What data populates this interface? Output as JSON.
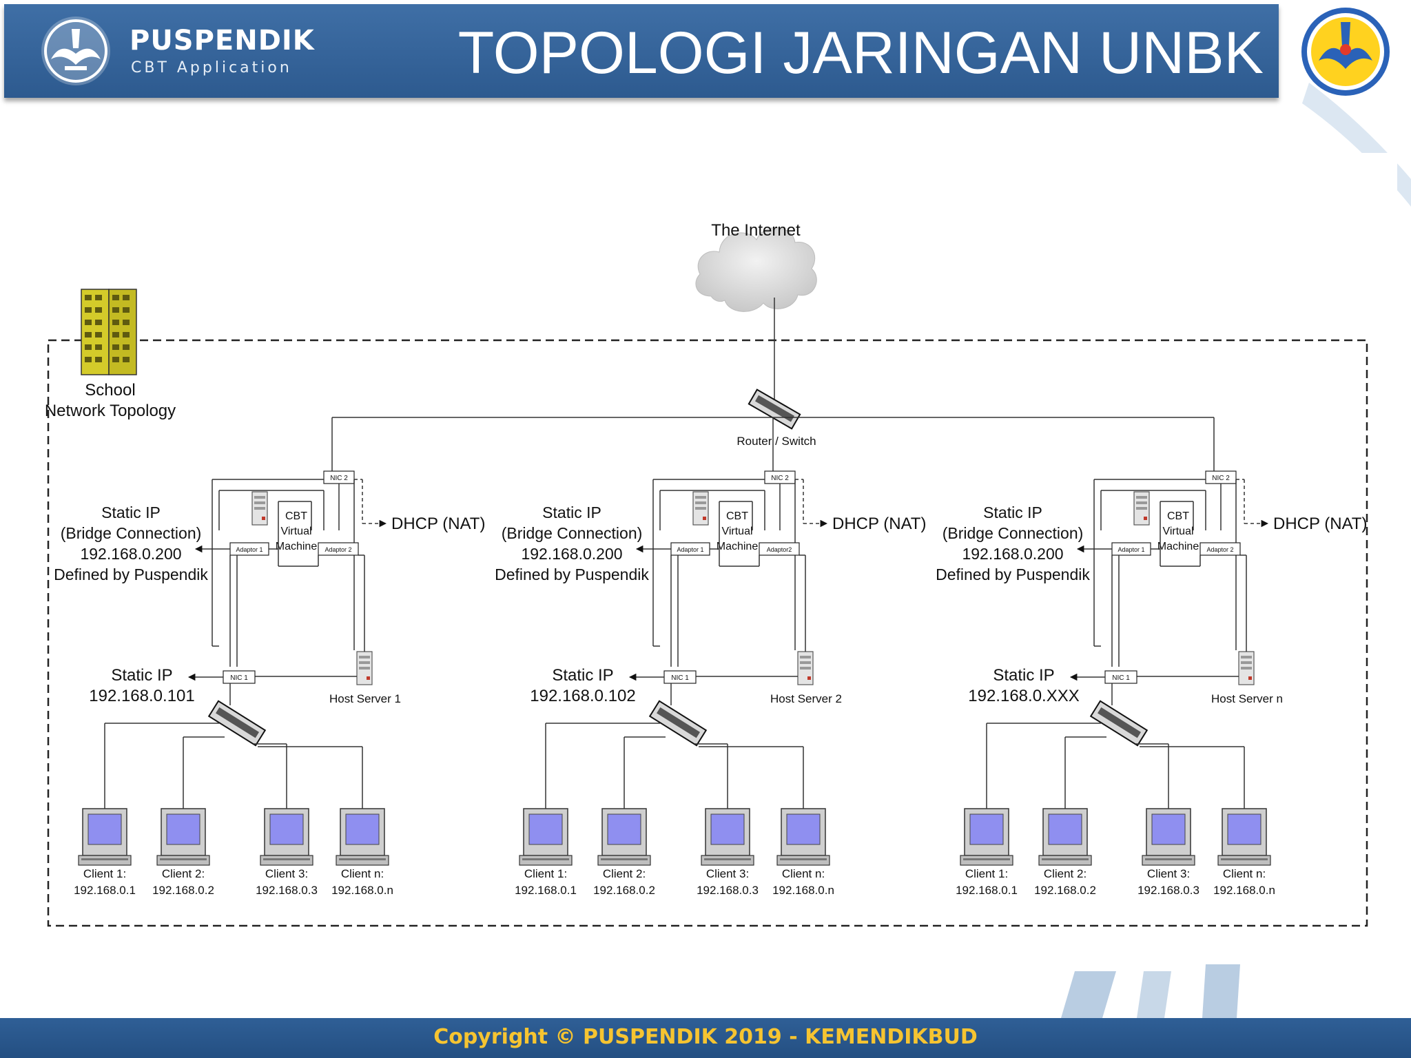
{
  "header": {
    "brand_name": "PUSPENDIK",
    "brand_sub": "CBT Application",
    "title": "TOPOLOGI JARINGAN UNBK"
  },
  "footer": {
    "copyright": "Copyright © PUSPENDIK 2019 - KEMENDIKBUD"
  },
  "colors": {
    "header_blue": "#36659c",
    "footer_text": "#f6c431",
    "building": "#c9c22a",
    "screen": "#8f8ff0"
  },
  "diagram": {
    "internet_label": "The Internet",
    "router_label": "Router / Switch",
    "school_label_1": "School",
    "school_label_2": "Network Topology",
    "groups": [
      {
        "nic2": "NIC 2",
        "nic1": "NIC 1",
        "adaptor1": "Adaptor 1",
        "adaptor2": "Adaptor 2",
        "vm_1": "CBT",
        "vm_2": "Virtual",
        "vm_3": "Machine",
        "dhcp": "DHCP (NAT)",
        "bridge_1": "Static IP",
        "bridge_2": "(Bridge Connection)",
        "bridge_3": "192.168.0.200",
        "bridge_4": "Defined  by Puspendik",
        "static_1": "Static IP",
        "static_2": "192.168.0.101",
        "host": "Host Server 1",
        "clients": [
          {
            "name": "Client 1:",
            "ip": "192.168.0.1"
          },
          {
            "name": "Client 2:",
            "ip": "192.168.0.2"
          },
          {
            "name": "Client 3:",
            "ip": "192.168.0.3"
          },
          {
            "name": "Client n:",
            "ip": "192.168.0.n"
          }
        ]
      },
      {
        "nic2": "NIC 2",
        "nic1": "NIC 1",
        "adaptor1": "Adaptor 1",
        "adaptor2": "Adaptor2",
        "vm_1": "CBT",
        "vm_2": "Virtual",
        "vm_3": "Machine",
        "dhcp": "DHCP (NAT)",
        "bridge_1": "Static IP",
        "bridge_2": "(Bridge Connection)",
        "bridge_3": "192.168.0.200",
        "bridge_4": "Defined  by Puspendik",
        "static_1": "Static IP",
        "static_2": "192.168.0.102",
        "host": "Host Server 2",
        "clients": [
          {
            "name": "Client 1:",
            "ip": "192.168.0.1"
          },
          {
            "name": "Client 2:",
            "ip": "192.168.0.2"
          },
          {
            "name": "Client 3:",
            "ip": "192.168.0.3"
          },
          {
            "name": "Client n:",
            "ip": "192.168.0.n"
          }
        ]
      },
      {
        "nic2": "NIC 2",
        "nic1": "NIC 1",
        "adaptor1": "Adaptor 1",
        "adaptor2": "Adaptor 2",
        "vm_1": "CBT",
        "vm_2": "Virtual",
        "vm_3": "Machine",
        "dhcp": "DHCP (NAT)",
        "bridge_1": "Static IP",
        "bridge_2": "(Bridge Connection)",
        "bridge_3": "192.168.0.200",
        "bridge_4": "Defined  by Puspendik",
        "static_1": "Static IP",
        "static_2": "192.168.0.XXX",
        "host": "Host Server n",
        "clients": [
          {
            "name": "Client 1:",
            "ip": "192.168.0.1"
          },
          {
            "name": "Client 2:",
            "ip": "192.168.0.2"
          },
          {
            "name": "Client 3:",
            "ip": "192.168.0.3"
          },
          {
            "name": "Client n:",
            "ip": "192.168.0.n"
          }
        ]
      }
    ]
  }
}
